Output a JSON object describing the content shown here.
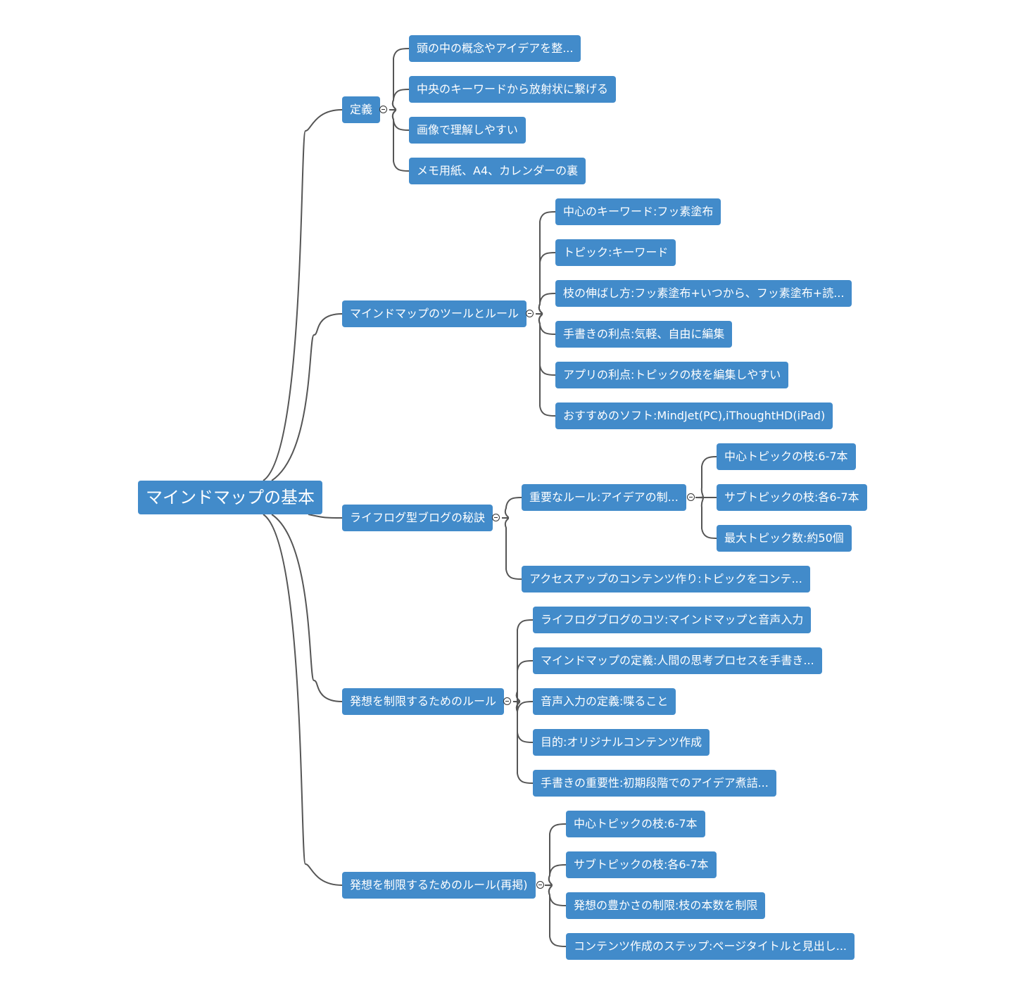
{
  "mindmap": {
    "root": {
      "label": "マインドマップの基本"
    },
    "branches": [
      {
        "label": "定義",
        "children": [
          {
            "label": "頭の中の概念やアイデアを整..."
          },
          {
            "label": "中央のキーワードから放射状に繋げる"
          },
          {
            "label": "画像で理解しやすい"
          },
          {
            "label": "メモ用紙、A4、カレンダーの裏"
          }
        ]
      },
      {
        "label": "マインドマップのツールとルール",
        "children": [
          {
            "label": "中心のキーワード:フッ素塗布"
          },
          {
            "label": "トピック:キーワード"
          },
          {
            "label": "枝の伸ばし方:フッ素塗布+いつから、フッ素塗布+読..."
          },
          {
            "label": "手書きの利点:気軽、自由に編集"
          },
          {
            "label": "アプリの利点:トピックの枝を編集しやすい"
          },
          {
            "label": "おすすめのソフト:MindJet(PC),iThoughtHD(iPad)"
          }
        ]
      },
      {
        "label": "ライフログ型ブログの秘訣",
        "children": [
          {
            "label": "重要なルール:アイデアの制...",
            "children": [
              {
                "label": "中心トピックの枝:6-7本"
              },
              {
                "label": "サブトピックの枝:各6-7本"
              },
              {
                "label": "最大トピック数:約50個"
              }
            ]
          },
          {
            "label": "アクセスアップのコンテンツ作り:トピックをコンテ..."
          }
        ]
      },
      {
        "label": "発想を制限するためのルール",
        "children": [
          {
            "label": "ライフログブログのコツ:マインドマップと音声入力"
          },
          {
            "label": "マインドマップの定義:人間の思考プロセスを手書き..."
          },
          {
            "label": "音声入力の定義:喋ること"
          },
          {
            "label": "目的:オリジナルコンテンツ作成"
          },
          {
            "label": "手書きの重要性:初期段階でのアイデア煮詰..."
          }
        ]
      },
      {
        "label": "発想を制限するためのルール(再掲)",
        "children": [
          {
            "label": "中心トピックの枝:6-7本"
          },
          {
            "label": "サブトピックの枝:各6-7本"
          },
          {
            "label": "発想の豊かさの制限:枝の本数を制限"
          },
          {
            "label": "コンテンツ作成のステップ:ページタイトルと見出し..."
          }
        ]
      }
    ]
  },
  "colors": {
    "node_fill": "#428bca",
    "node_text": "#ffffff",
    "link": "#555555",
    "background": "#ffffff"
  },
  "icons": {
    "collapse": "collapse-minus-icon"
  }
}
